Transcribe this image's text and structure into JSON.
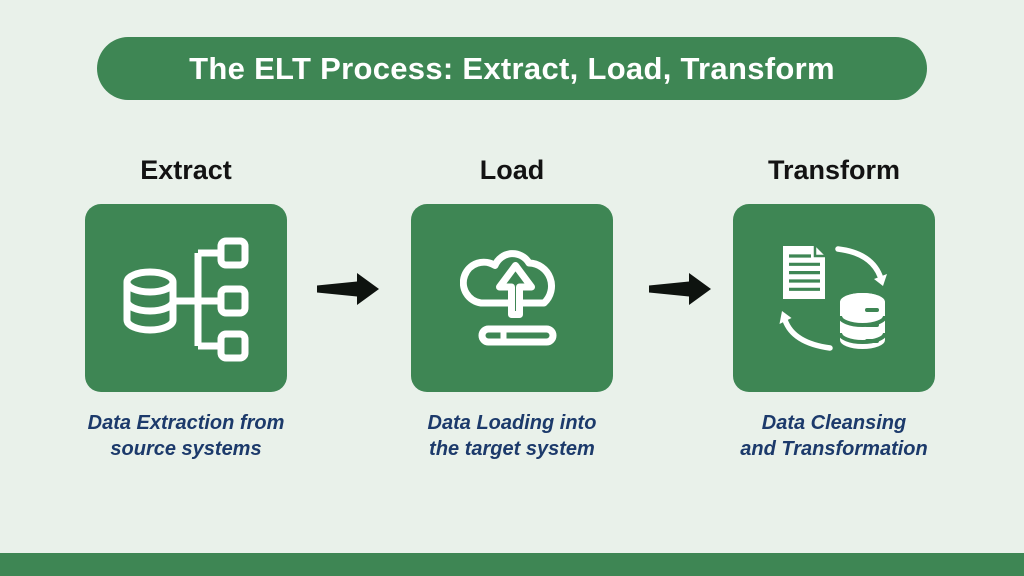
{
  "colors": {
    "background": "#e9f1ea",
    "accent_green": "#3e8654",
    "caption_navy": "#1c3a6b",
    "heading_black": "#131313",
    "icon_white": "#ffffff"
  },
  "header": {
    "title": "The ELT Process: Extract, Load, Transform"
  },
  "steps": [
    {
      "label": "Extract",
      "icon": "database-sources-icon",
      "caption": "Data Extraction from\nsource systems"
    },
    {
      "label": "Load",
      "icon": "cloud-upload-icon",
      "caption": "Data Loading into\nthe target system"
    },
    {
      "label": "Transform",
      "icon": "document-database-sync-icon",
      "caption": "Data Cleansing\nand Transformation"
    }
  ],
  "connectors": [
    {
      "icon": "arrow-right-icon"
    },
    {
      "icon": "arrow-right-icon"
    }
  ]
}
